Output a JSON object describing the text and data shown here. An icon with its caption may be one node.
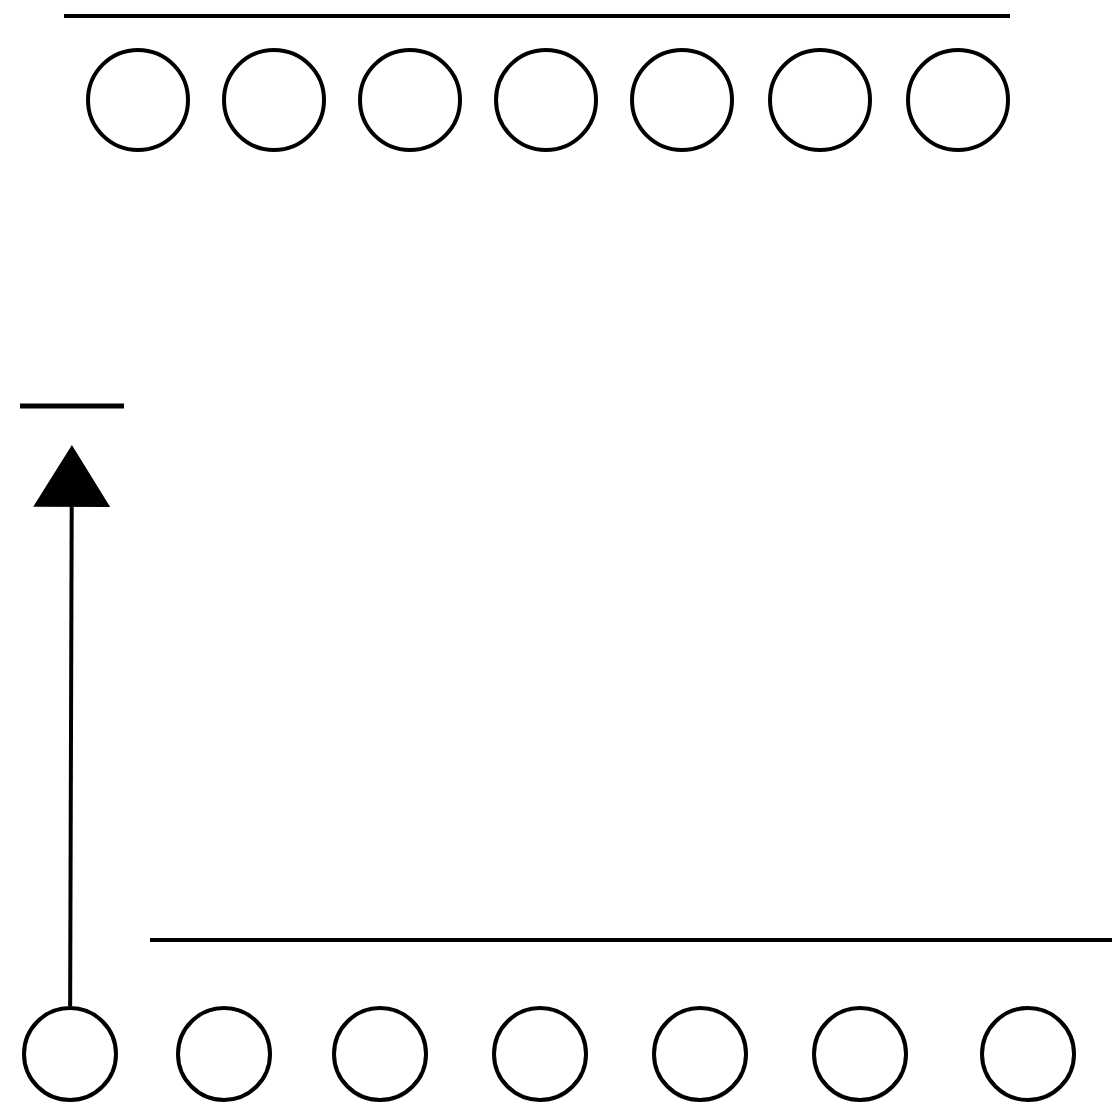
{
  "diagram": {
    "nodes": [
      {
        "text": [],
        "shape": "circle"
      },
      {
        "text": [],
        "shape": "circle"
      },
      {
        "text": [],
        "shape": "circle"
      },
      {
        "text": [],
        "shape": "circle"
      },
      {
        "text": [],
        "shape": "circle"
      },
      {
        "text": [],
        "shape": "circle"
      },
      {
        "text": [],
        "shape": "circle"
      },
      {
        "text": [],
        "shape": "bar"
      },
      {
        "text": [],
        "shape": "circle"
      },
      {
        "text": [],
        "shape": "circle"
      },
      {
        "text": [],
        "shape": "circle"
      },
      {
        "text": [],
        "shape": "circle"
      },
      {
        "text": [],
        "shape": "circle"
      },
      {
        "text": [],
        "shape": "circle"
      },
      {
        "text": [],
        "shape": "circle"
      }
    ],
    "edges": [
      {
        "from": 8,
        "to": 7,
        "arrow": "to"
      }
    ]
  }
}
